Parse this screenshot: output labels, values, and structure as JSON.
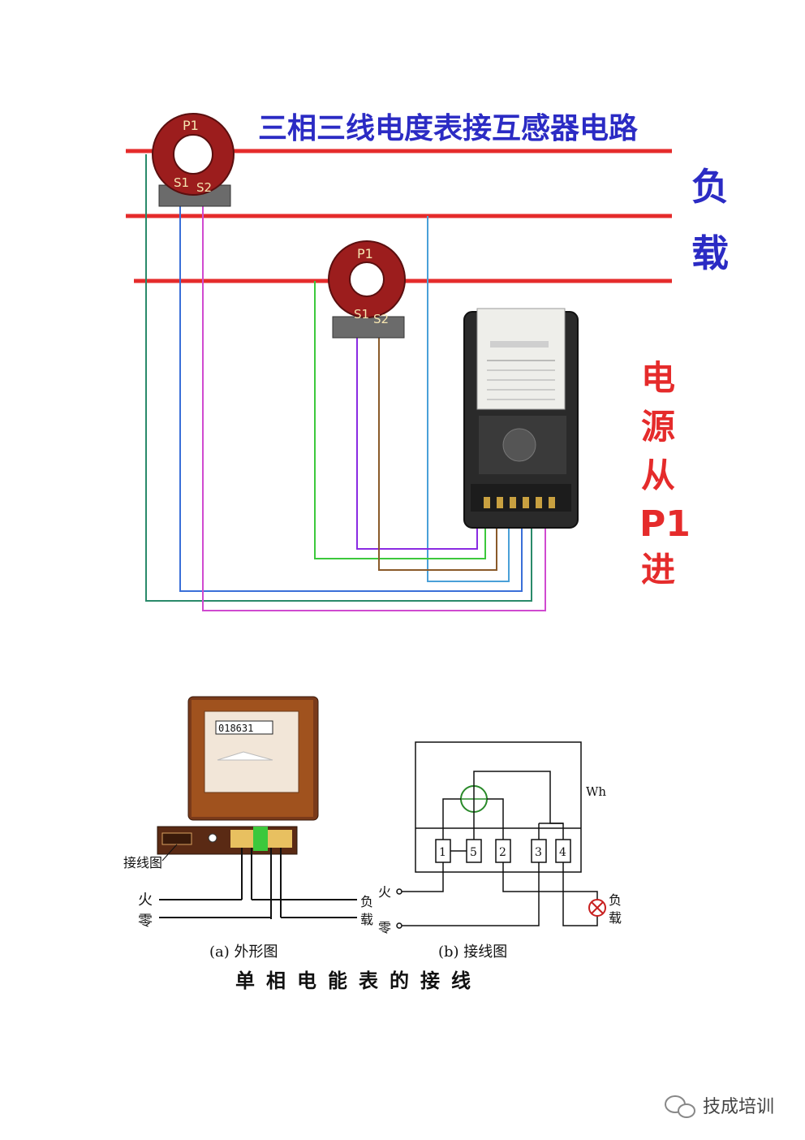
{
  "diagram1": {
    "title": "三相三线电度表接互感器电路",
    "load_chars": [
      "负",
      "载"
    ],
    "source_chars": [
      "电",
      "源",
      "从",
      "P1",
      "进"
    ],
    "ct1": {
      "p1": "P1",
      "s1": "S1",
      "s2": "S2"
    },
    "ct2": {
      "p1": "P1",
      "s1": "S1",
      "s2": "S2"
    },
    "colors": {
      "busbar": "#e52b2b",
      "ct_body": "#9c1d1d",
      "title": "#2b2bc4",
      "text_red": "#e52b2b",
      "wire_green": "#3cc83c",
      "wire_blue": "#3a6fd8",
      "wire_magenta": "#d04ad0",
      "wire_teal": "#2a8a6a",
      "wire_brown": "#8a5a2a",
      "wire_lightblue": "#4aa0d8"
    }
  },
  "diagram2": {
    "meter_display": "018631",
    "label_wiring": "接线图",
    "live": "火",
    "neutral": "零",
    "load_chars": [
      "负",
      "载"
    ],
    "terminals": [
      "1",
      "5",
      "2",
      "3",
      "4"
    ],
    "wh": "Wh",
    "caption_a": "(a) 外形图",
    "caption_b": "(b) 接线图",
    "title": "单相电能表的接线"
  },
  "watermark": {
    "text": "技成培训",
    "icon": "wechat-icon"
  }
}
